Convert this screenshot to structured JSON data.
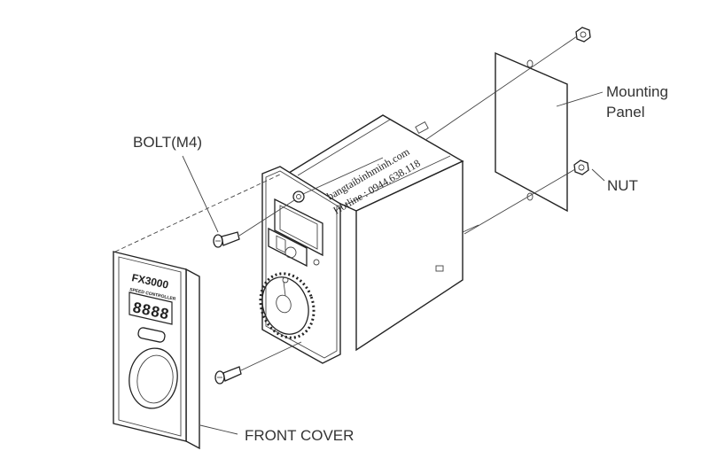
{
  "labels": {
    "bolt": "BOLT(M4)",
    "mounting_line1": "Mounting",
    "mounting_line2": "Panel",
    "nut": "NUT",
    "front_cover": "FRONT COVER"
  },
  "cover": {
    "model": "FX3000",
    "subtitle": "SPEED CONTROLLER",
    "display": "8888"
  },
  "watermark": {
    "site": "bangtaibinhminh.com",
    "hotline": "Hotline : 0944.638.118"
  },
  "colors": {
    "line": "#222222",
    "label_text": "#333333",
    "display_fill": "#1a1a1a"
  }
}
